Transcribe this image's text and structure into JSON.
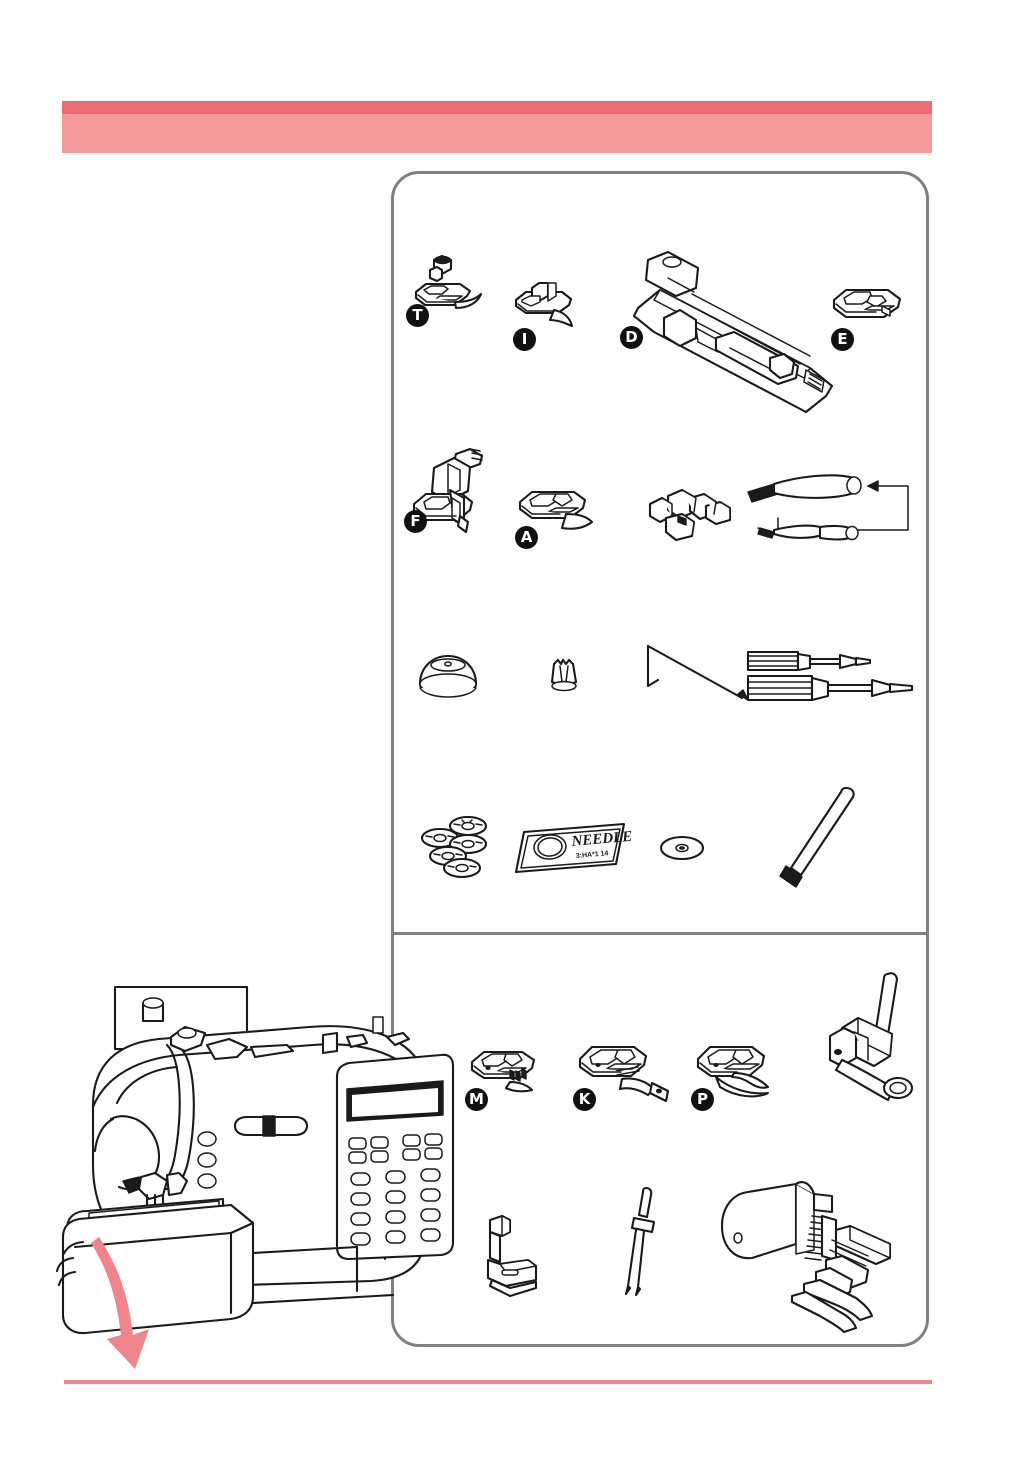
{
  "page": {
    "header_title": "",
    "footer_note": ""
  },
  "theme": {
    "banner_light": "#f59a9a",
    "banner_dark": "#ee6b75",
    "footer_rule": "#f0848b",
    "panel_border": "#808080",
    "arrow": "#f0848b",
    "line_art": "#1a1a1a",
    "badge_bg": "#111111",
    "badge_text": "#ffffff"
  },
  "machine_figure": {
    "name": "sewing-machine-illustration",
    "arrow_direction": "down",
    "arrow_meaning": "open accessory storage box"
  },
  "accessories_panel": {
    "top_section": {
      "rows": [
        {
          "items": [
            {
              "badge": "T",
              "name": "overcasting-foot-t"
            },
            {
              "badge": "I",
              "name": "blind-hem-foot-i"
            },
            {
              "badge": "D",
              "name": "buttonhole-foot-d"
            },
            {
              "badge": "E",
              "name": "zipper-foot-e"
            }
          ]
        },
        {
          "items": [
            {
              "badge": "F",
              "name": "cording-foot-f"
            },
            {
              "badge": "A",
              "name": "zigzag-foot-a"
            },
            {
              "badge": "",
              "name": "button-sewing-foot"
            },
            {
              "badge": "",
              "name": "seam-ripper-and-brush"
            }
          ]
        },
        {
          "items": [
            {
              "badge": "",
              "name": "spool-cap-large"
            },
            {
              "badge": "",
              "name": "spool-cap-small"
            },
            {
              "badge": "",
              "name": "quilting-guide-bar"
            },
            {
              "badge": "",
              "name": "screwdrivers-pair"
            }
          ]
        },
        {
          "items": [
            {
              "badge": "",
              "name": "bobbins"
            },
            {
              "badge": "",
              "name": "needle-pack",
              "label_main": "NEEDLE",
              "label_sub": "3:HA*1 14"
            },
            {
              "badge": "",
              "name": "spool-felt-washer"
            },
            {
              "badge": "",
              "name": "additional-spool-pin"
            }
          ]
        }
      ]
    },
    "bottom_section": {
      "rows": [
        {
          "items": [
            {
              "badge": "M",
              "name": "satin-stitch-foot-m"
            },
            {
              "badge": "K",
              "name": "quilting-foot-k"
            },
            {
              "badge": "P",
              "name": "darning-foot-p"
            },
            {
              "badge": "",
              "name": "open-toe-quilting-foot"
            }
          ]
        },
        {
          "items": [
            {
              "badge": "",
              "name": "straight-stitch-foot"
            },
            {
              "badge": "",
              "name": "twin-needle"
            },
            {
              "badge": "",
              "name": "walking-foot"
            }
          ]
        }
      ]
    }
  }
}
